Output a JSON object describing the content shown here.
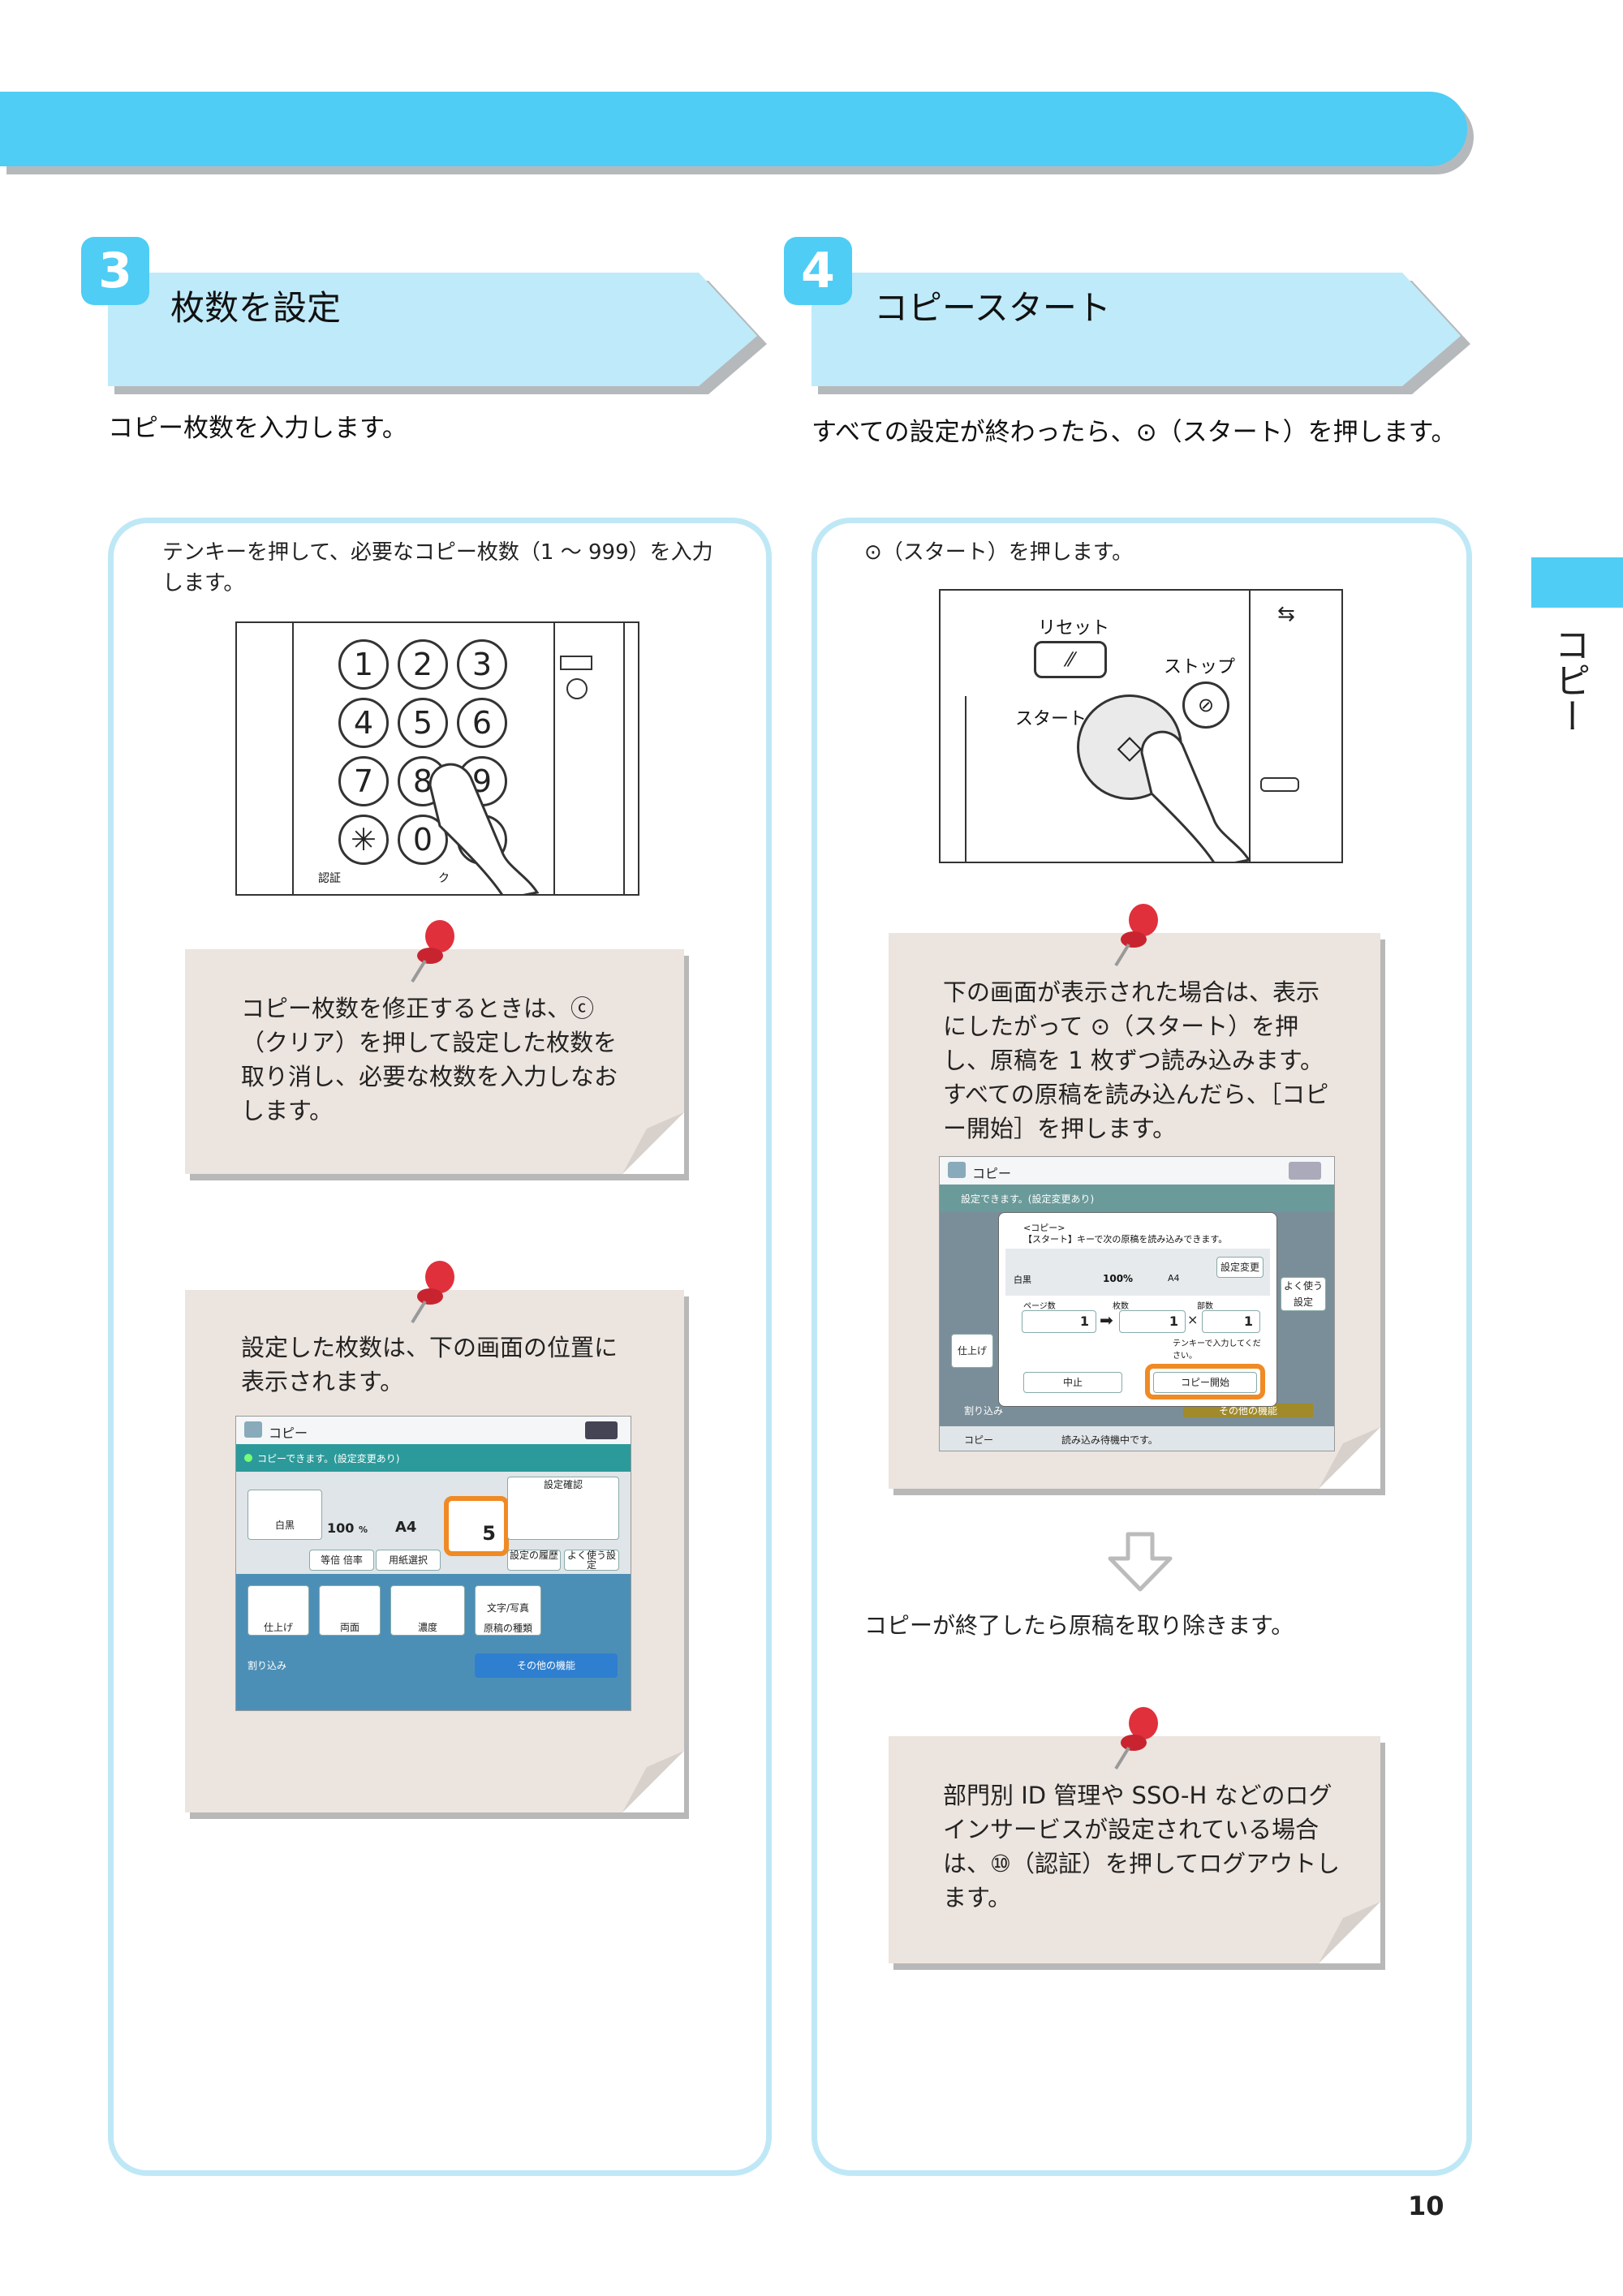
{
  "step3": {
    "number": "3",
    "title": "枚数を設定",
    "lead": "コピー枚数を入力します。",
    "instruction": "テンキーを押して、必要なコピー枚数（1 〜 999）を入力します。",
    "keypad": {
      "keys": [
        "1",
        "2",
        "3",
        "4",
        "5",
        "6",
        "7",
        "8",
        "9",
        "✳",
        "0",
        "#"
      ],
      "auth_label": "認証",
      "clear_label": "ク"
    },
    "note1": "コピー枚数を修正するときは、ⓒ（クリア）を押して設定した枚数を取り消し、必要な枚数を入力しなおします。",
    "note2": "設定した枚数は、下の画面の位置に表示されます。",
    "screen": {
      "title": "コピー",
      "status": "コピーできます。(設定変更あり)",
      "color": "白黒",
      "ratio": "100",
      "ratio_unit": "%",
      "paper": "A4",
      "copies": "5",
      "confirm": "設定確認",
      "btn_ratio": "等倍  倍率",
      "btn_paper": "用紙選択",
      "btn_history": "設定の履歴",
      "btn_fav": "よく使う設定",
      "finish": "仕上げ",
      "duplex": "両面",
      "density": "濃度",
      "type_label": "文字/写真",
      "type": "原稿の種類",
      "interrupt": "割り込み",
      "other": "その他の機能"
    }
  },
  "step4": {
    "number": "4",
    "title": "コピースタート",
    "lead": "すべての設定が終わったら、⊙（スタート）を押します。",
    "instruction": "⊙（スタート）を押します。",
    "device": {
      "reset": "リセット",
      "stop": "ストップ",
      "start": "スタート"
    },
    "note1": "下の画面が表示された場合は、表示にしたがって ⊙（スタート）を押し、原稿を 1 枚ずつ読み込みます。すべての原稿を読み込んだら、［コピー開始］を押します。",
    "screen": {
      "title": "コピー",
      "status": "設定できます。(設定変更あり)",
      "dlg_title": "<コピー>",
      "dlg_msg": "【スタート】キーで次の原稿を読み込みできます。",
      "color": "白黒",
      "ratio": "100%",
      "paper": "A4",
      "change": "設定変更",
      "pages_label": "ページ数",
      "sheets_label": "枚数",
      "copies_label": "部数",
      "pages": "1",
      "sheets": "1",
      "copies": "1",
      "hint": "テンキーで入力してください。",
      "cancel": "中止",
      "start_copy": "コピー開始",
      "interrupt": "割り込み",
      "other": "その他の機能",
      "footer_title": "コピー",
      "footer_status": "読み込み待機中です。",
      "finish": "仕上げ",
      "fav": "よく使う設定"
    },
    "after": "コピーが終了したら原稿を取り除きます。",
    "note2": "部門別 ID 管理や SSO-H などのログインサービスが設定されている場合は、⑩（認証）を押してログアウトします。"
  },
  "side_tab": "コピー",
  "page_number": "10",
  "colors": {
    "accent": "#4fcdf4",
    "banner": "#bfeaf9",
    "panel_border": "#bfe8f6",
    "note": "#ece4de",
    "pin": "#e0303c",
    "highlight": "#f08a24"
  }
}
